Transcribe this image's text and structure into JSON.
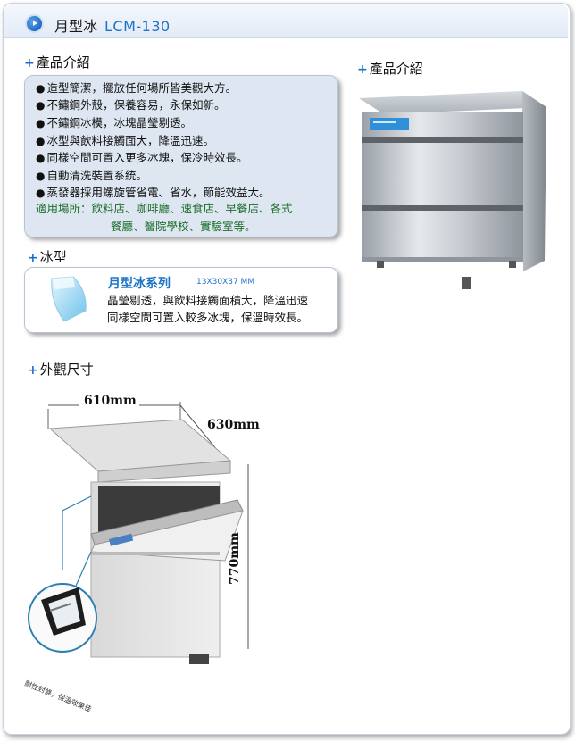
{
  "header": {
    "title": "月型冰",
    "model": "LCM-130"
  },
  "sections": {
    "intro_heading": "產品介紹",
    "intro_heading_right": "產品介紹",
    "ice_heading": "冰型",
    "dimension_heading": "外觀尺寸"
  },
  "features": [
    "造型簡潔，擺放任何場所皆美觀大方。",
    "不鏽鋼外殼，保養容易，永保如新。",
    "不鏽鋼冰模，冰塊晶瑩剔透。",
    "冰型與飲料接觸面大，降溫迅速。",
    "同樣空間可置入更多冰塊，保冷時效長。",
    "自動清洗裝置系統。",
    "蒸發器採用螺旋管省電、省水，節能效益大。"
  ],
  "usage": {
    "line1": "適用場所：飲料店、咖啡廳、速食店、早餐店、各式",
    "line2": "餐廳、醫院學校、實驗室等。"
  },
  "ice": {
    "name": "月型冰系列",
    "size": "13X30X37 MM",
    "desc_line1": "晶瑩剔透，與飲料接觸面積大，降溫迅速",
    "desc_line2": "同樣空間可置入較多冰塊，保溫時效長。"
  },
  "dimensions": {
    "width": "610mm",
    "depth": "630mm",
    "height": "770mm"
  },
  "seal_text": "耐性封條，保溫效果佳",
  "colors": {
    "accent": "#1f74c9",
    "usage_green": "#1d6e2b",
    "box_bg": "#dde6f1"
  }
}
